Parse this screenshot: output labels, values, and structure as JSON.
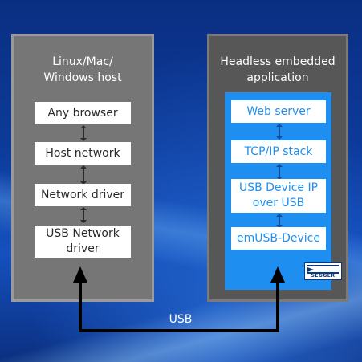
{
  "host": {
    "title_line1": "Linux/Mac/",
    "title_line2": "Windows host",
    "layers": [
      {
        "line1": "Any browser",
        "line2": ""
      },
      {
        "line1": "Host network",
        "line2": ""
      },
      {
        "line1": "Network driver",
        "line2": ""
      },
      {
        "line1": "USB Network",
        "line2": "driver"
      }
    ]
  },
  "app": {
    "title_line1": "Headless embedded",
    "title_line2": "application",
    "layers": [
      {
        "line1": "Web server",
        "line2": ""
      },
      {
        "line1": "TCP/IP stack",
        "line2": ""
      },
      {
        "line1": "USB Device IP",
        "line2": "over USB"
      },
      {
        "line1": "emUSB-Device",
        "line2": ""
      }
    ],
    "logo_text": "SEGGER"
  },
  "connection": {
    "label": "USB"
  },
  "colors": {
    "host_panel": "#767676",
    "app_panel": "#575757",
    "accent_blue": "#1e8ff0",
    "background": "#0d3a9a"
  }
}
